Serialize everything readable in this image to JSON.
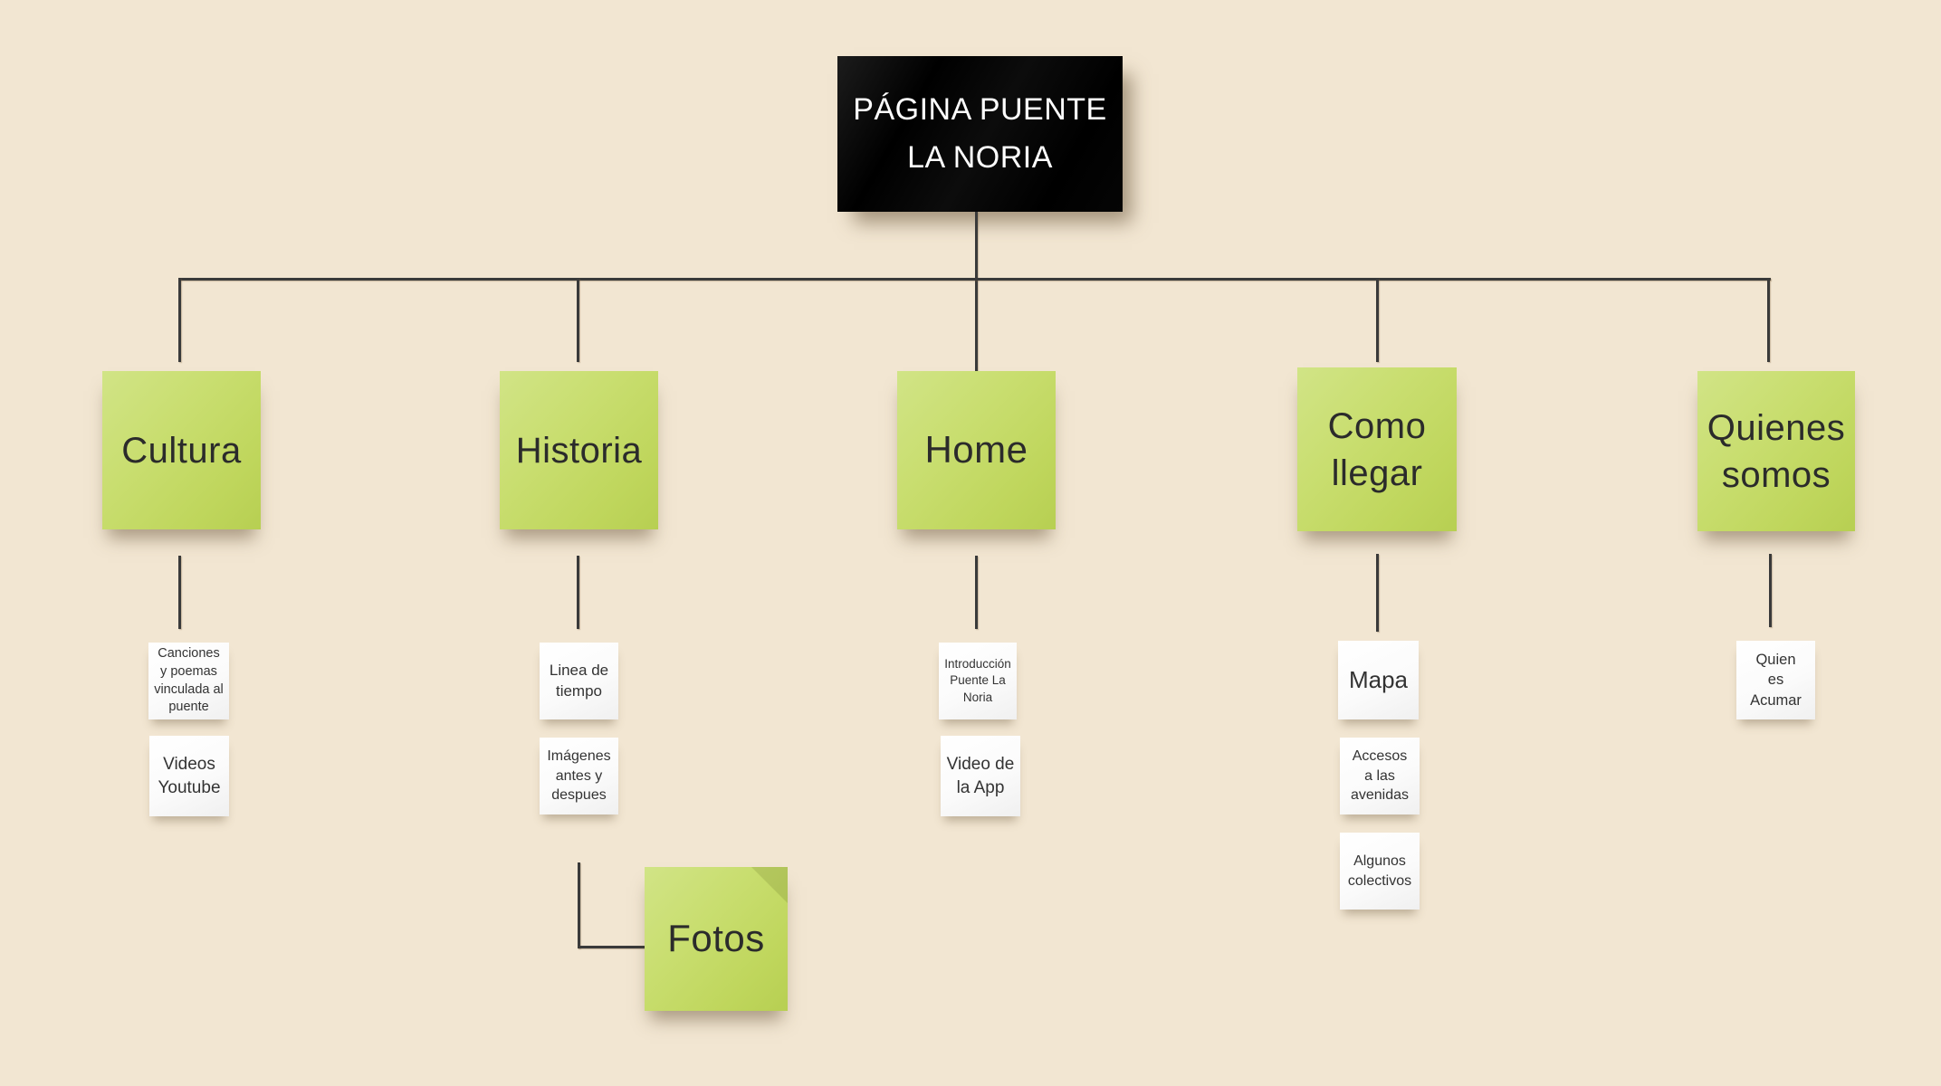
{
  "colors": {
    "background": "#f2e6d2",
    "connector": "#3a3a3a",
    "note_green": "#c4da62",
    "note_white": "#fafafa",
    "root_box": "#000000",
    "root_text": "#ffffff",
    "note_text": "#2b2b2b"
  },
  "title": {
    "label": "PÁGINA PUENTE\nLA NORIA"
  },
  "columns": [
    {
      "id": "cultura",
      "label": "Cultura",
      "children": [
        {
          "label": "Canciones\ny poemas\nvinculada al\npuente"
        },
        {
          "label": "Videos\nYoutube"
        }
      ]
    },
    {
      "id": "historia",
      "label": "Historia",
      "children": [
        {
          "label": "Linea de\ntiempo"
        },
        {
          "label": "Imágenes\nantes y\ndespues"
        }
      ],
      "subnote": {
        "label": "Fotos"
      }
    },
    {
      "id": "home",
      "label": "Home",
      "children": [
        {
          "label": "Introducción\nPuente La\nNoria"
        },
        {
          "label": "Video de\nla App"
        }
      ]
    },
    {
      "id": "como-llegar",
      "label": "Como\nllegar",
      "children": [
        {
          "label": "Mapa"
        },
        {
          "label": "Accesos\na las\navenidas"
        },
        {
          "label": "Algunos\ncolectivos"
        }
      ]
    },
    {
      "id": "quienes-somos",
      "label": "Quienes\nsomos",
      "children": [
        {
          "label": "Quien\nes\nAcumar"
        }
      ]
    }
  ]
}
